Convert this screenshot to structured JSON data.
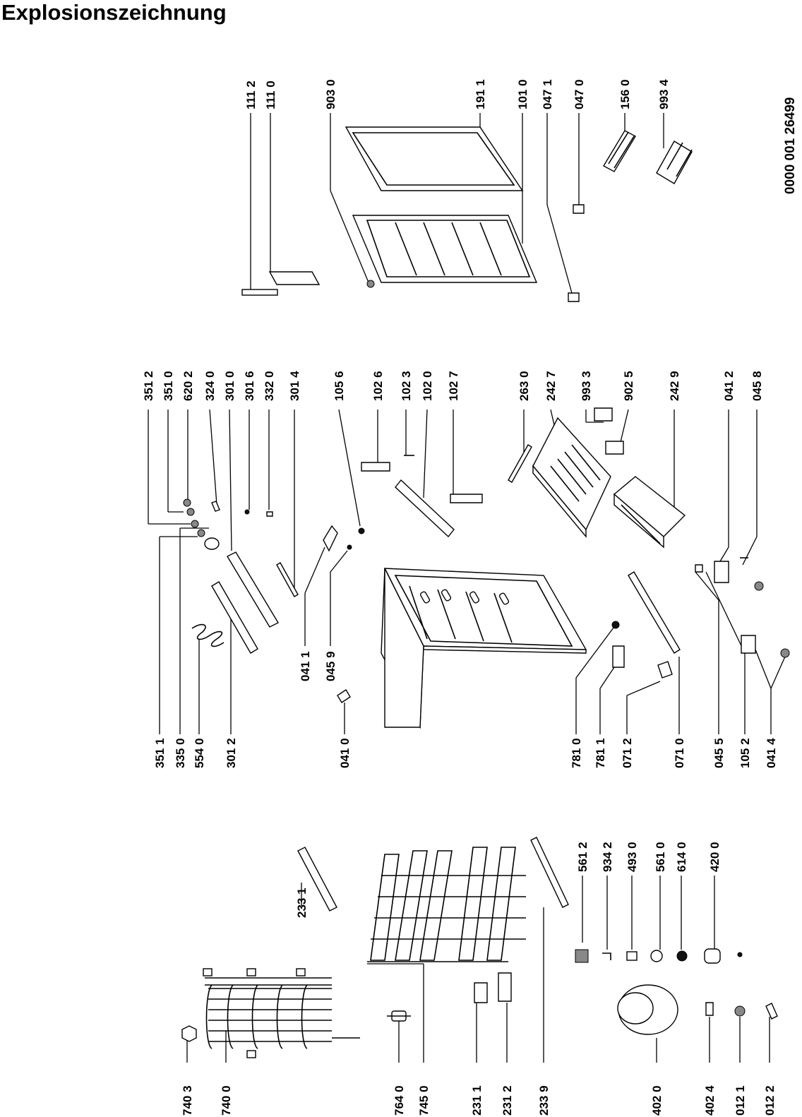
{
  "title": "Explosionszeichnung",
  "drawing_number": "0000 001 26499",
  "callouts": [
    "740 3",
    "740 0",
    "764 0",
    "745 0",
    "231 1",
    "231 2",
    "233 9",
    "402 0",
    "402 4",
    "012 1",
    "012 2",
    "233 1",
    "561 2",
    "934 2",
    "493 0",
    "561 0",
    "614 0",
    "420 0",
    "351 1",
    "335 0",
    "554 0",
    "301 2",
    "041 0",
    "351 2",
    "351 0",
    "620 2",
    "324 0",
    "301 0",
    "301 6",
    "332 0",
    "301 4",
    "041 1",
    "045 9",
    "105 6",
    "102 6",
    "102 3",
    "102 0",
    "102 7",
    "263 0",
    "242 7",
    "993 3",
    "902 5",
    "242 9",
    "041 2",
    "045 8",
    "781 0",
    "781 1",
    "071 2",
    "071 0",
    "045 5",
    "105 2",
    "041 4",
    "111 2",
    "111 0",
    "903 0",
    "191 1",
    "101 0",
    "047 1",
    "047 0",
    "156 0",
    "993 4"
  ]
}
